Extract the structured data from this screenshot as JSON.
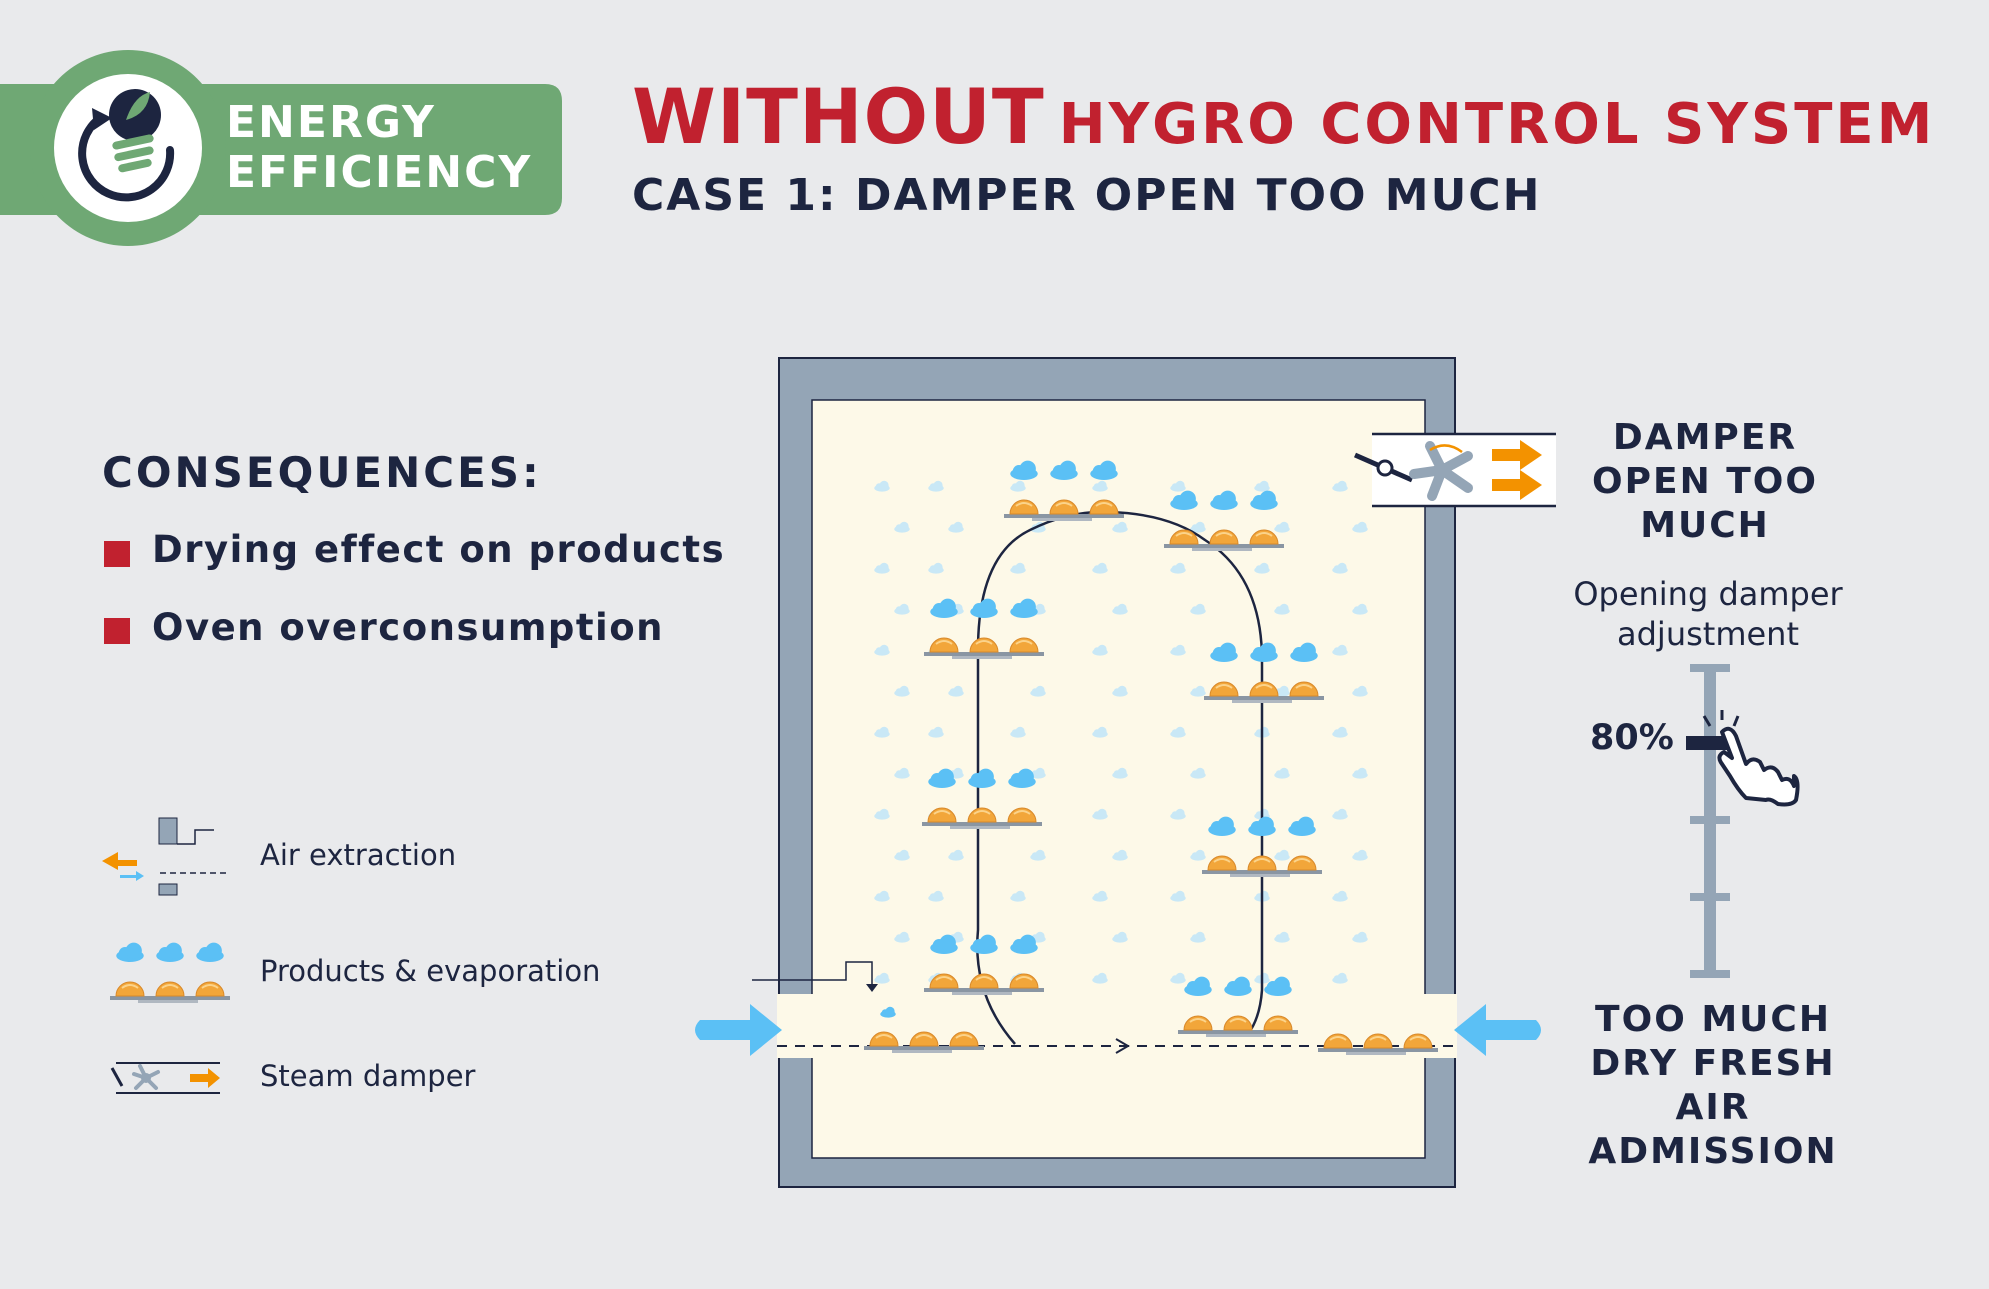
{
  "badge": {
    "line1": "ENERGY",
    "line2": "EFFICIENCY",
    "icon": "eco-bulb-icon",
    "color": "#6fa874"
  },
  "header": {
    "title_emphasis": "WITHOUT",
    "title_rest": "HYGRO CONTROL SYSTEM",
    "subtitle": "CASE 1: DAMPER OPEN TOO MUCH",
    "title_color": "#c1212f"
  },
  "consequences": {
    "title": "CONSEQUENCES:",
    "items": [
      "Drying effect on products",
      "Oven overconsumption"
    ]
  },
  "legend": {
    "items": [
      {
        "label": "Air extraction",
        "icon": "air-extraction-icon"
      },
      {
        "label": "Products & evaporation",
        "icon": "products-evaporation-icon"
      },
      {
        "label": "Steam damper",
        "icon": "steam-damper-icon"
      }
    ]
  },
  "damper": {
    "label_lines": [
      "DAMPER",
      "OPEN TOO",
      "MUCH"
    ],
    "adjustment_lines": [
      "Opening damper",
      "adjustment"
    ],
    "opening_percent": "80%",
    "opening_value": 0.8
  },
  "fresh_air": {
    "label_lines": [
      "TOO MUCH",
      "DRY FRESH AIR",
      "ADMISSION"
    ]
  },
  "colors": {
    "dark": "#1d2540",
    "oven_wall": "#94a5b6",
    "oven_inside": "#fdf9e8",
    "steam": "#5bc0f5",
    "product": "#f2a63a",
    "arrow_orange": "#f39200"
  }
}
